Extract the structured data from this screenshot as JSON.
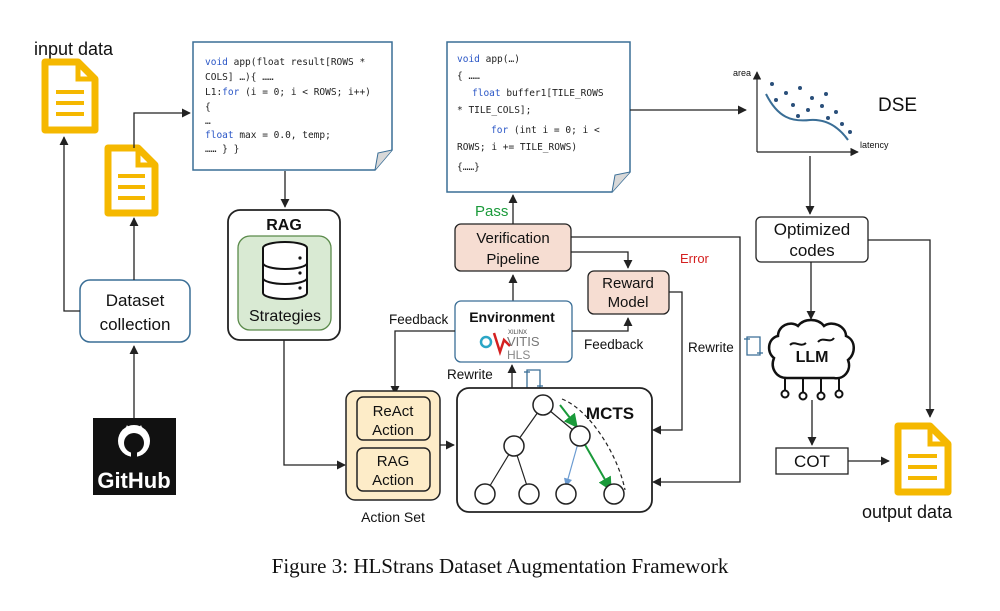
{
  "labels": {
    "input_data": "input data",
    "output_data": "output data",
    "dataset_collection_l1": "Dataset",
    "dataset_collection_l2": "collection",
    "github": "GitHub",
    "rag": "RAG",
    "strategies": "Strategies",
    "pass": "Pass",
    "error": "Error",
    "verification_l1": "Verification",
    "verification_l2": "Pipeline",
    "reward_l1": "Reward",
    "reward_l2": "Model",
    "environment": "Environment",
    "xilinx": "XILINX",
    "vitis": "VITIS",
    "hls": "HLS",
    "feedback_left": "Feedback",
    "feedback_right": "Feedback",
    "rewrite_left": "Rewrite",
    "rewrite_right": "Rewrite",
    "react_l1": "ReAct",
    "react_l2": "Action",
    "ragaction_l1": "RAG",
    "ragaction_l2": "Action",
    "action_set": "Action Set",
    "mcts": "MCTS",
    "dse": "DSE",
    "area": "area",
    "latency": "latency",
    "optimized_l1": "Optimized",
    "optimized_l2": "codes",
    "llm": "LLM",
    "cot": "COT",
    "caption": "Figure 3: HLStrans Dataset Augmentation Framework"
  },
  "code1": {
    "l1_kw": "void",
    "l1_rest": " app(float result[ROWS *",
    "l2": "COLS] …){ ……",
    "l3_pre": "L1:",
    "l3_kw": "for",
    "l3_rest": " (i = 0; i < ROWS; i++)",
    "l4": "{",
    "l5": "…",
    "l6_kw": "float",
    "l6_rest": " max = 0.0, temp;",
    "l7": "…… } }"
  },
  "code2": {
    "l1_kw": "void",
    "l1_rest": " app(…)",
    "l2": "{ ……",
    "l3_kw": "float",
    "l3_rest": " buffer1[TILE_ROWS",
    "l4": "* TILE_COLS];",
    "l5_kw": "for",
    "l5_rest": " (int i = 0; i <",
    "l6": "ROWS; i += TILE_ROWS)",
    "l7": "{……}"
  }
}
